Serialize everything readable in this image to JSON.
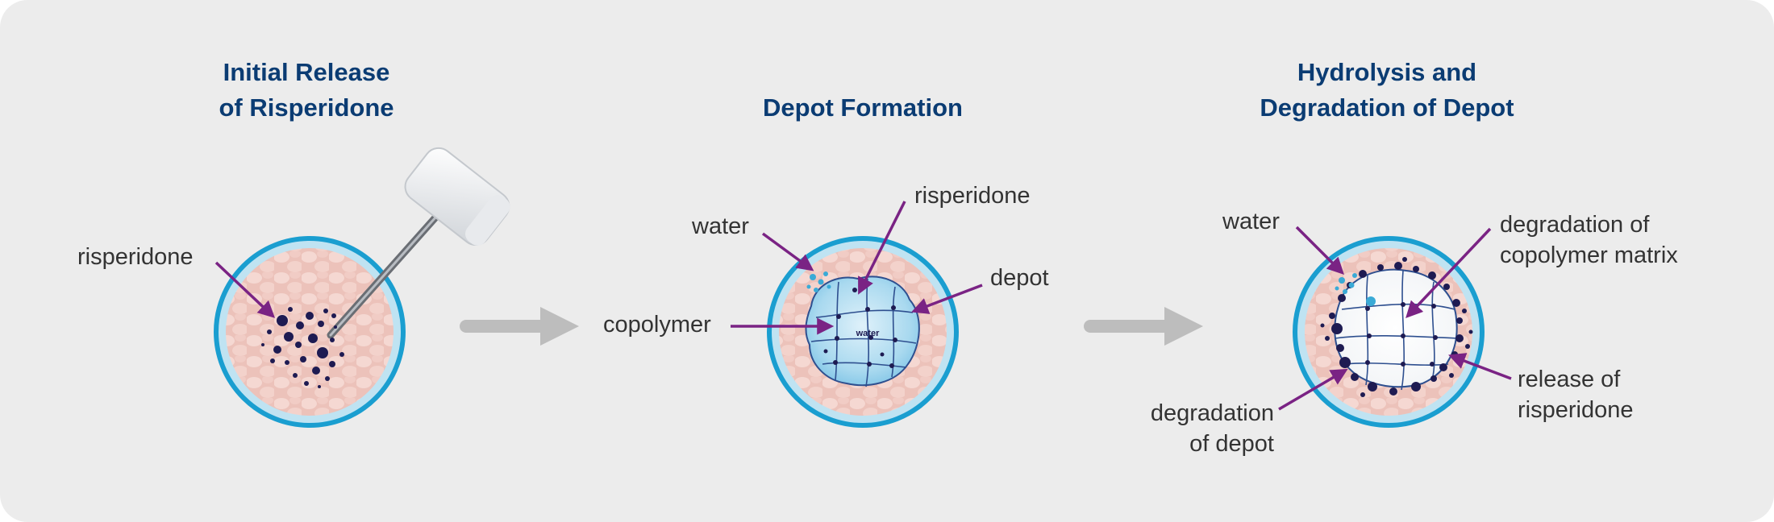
{
  "stages": [
    {
      "title": [
        "Initial Release",
        "of Risperidone"
      ],
      "labels": {
        "risperidone": "risperidone"
      }
    },
    {
      "title": [
        "Depot Formation"
      ],
      "labels": {
        "water": "water",
        "risperidone": "risperidone",
        "depot": "depot",
        "copolymer": "copolymer",
        "inner_water": "water"
      }
    },
    {
      "title": [
        "Hydrolysis and",
        "Degradation of Depot"
      ],
      "labels": {
        "water": "water",
        "degradation_matrix": [
          "degradation of",
          "copolymer matrix"
        ],
        "release": [
          "release of",
          "risperidone"
        ],
        "degradation_depot": [
          "degradation",
          "of depot"
        ]
      }
    }
  ],
  "colors": {
    "background": "#ececec",
    "title": "#0b3c73",
    "label": "#333333",
    "pointer": "#7a2384",
    "ring": "#1a9ed0",
    "tissue": "#f0c8c0",
    "drug": "#1e1b52",
    "arrow": "#bdbdbd"
  },
  "icons": [
    "syringe-icon",
    "right-arrow-icon"
  ]
}
